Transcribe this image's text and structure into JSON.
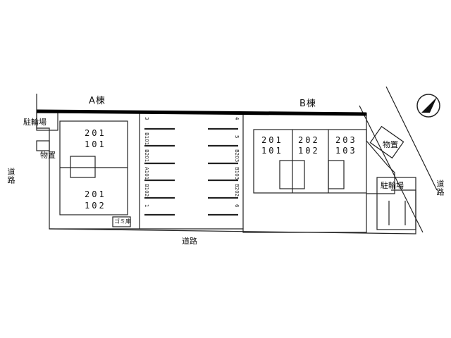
{
  "buildings": {
    "a_label": "A棟",
    "b_label": "B棟"
  },
  "facilities": {
    "bike_parking_left": "駐輪場",
    "storage_left": "物置",
    "storage_right": "物置",
    "bike_parking_right": "駐輪場",
    "garbage": "ゴミ庫"
  },
  "roads": {
    "left": "道路",
    "bottom": "道路",
    "right": "道路"
  },
  "units_a": {
    "top_upper": "201",
    "top_lower": "101",
    "bottom_upper": "201",
    "bottom_lower": "102"
  },
  "units_b": [
    {
      "upper": "201",
      "lower": "101"
    },
    {
      "upper": "202",
      "lower": "102"
    },
    {
      "upper": "203",
      "lower": "103"
    }
  ],
  "parking_left": [
    "3",
    "B101",
    "B201",
    "A101",
    "B102",
    "1"
  ],
  "parking_right": [
    "4",
    "5",
    "B203",
    "B103",
    "B202",
    "6"
  ],
  "icons": {
    "north": "north-arrow-icon"
  }
}
